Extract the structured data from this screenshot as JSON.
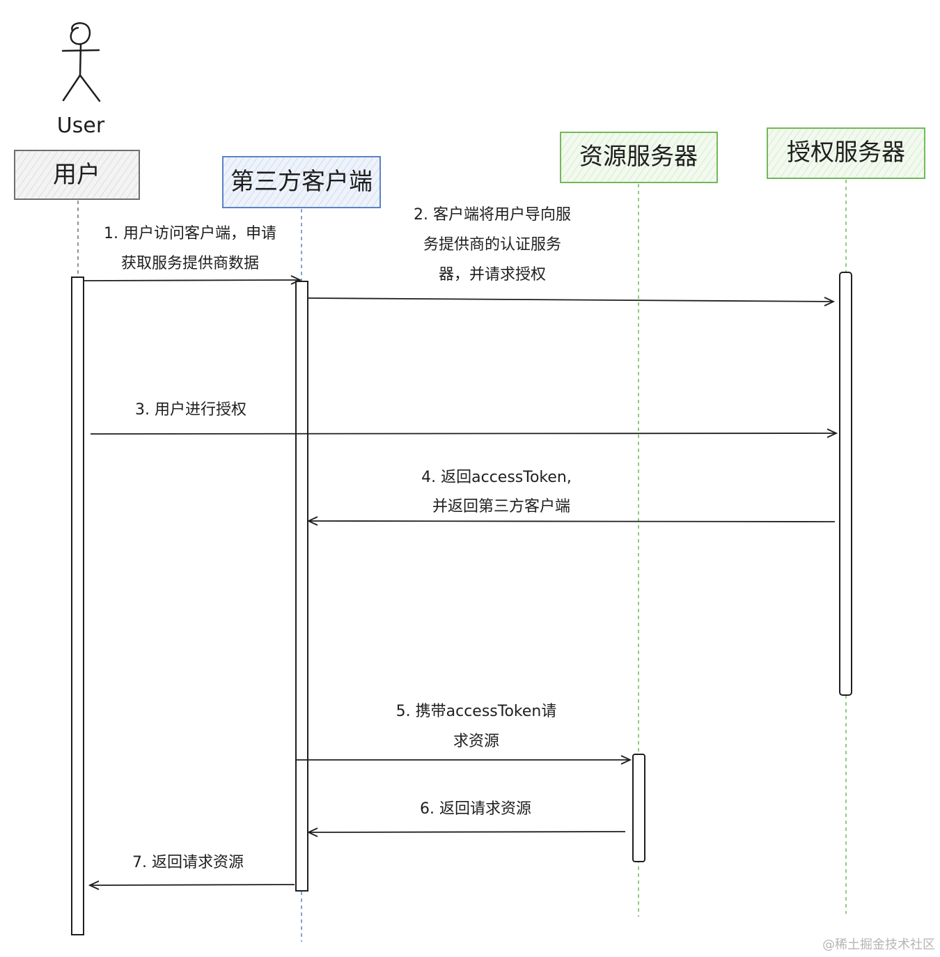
{
  "actor": {
    "label": "User"
  },
  "participants": [
    {
      "id": "user",
      "label": "用户",
      "border": "#6e6e6e",
      "fill": "#e9e9e9"
    },
    {
      "id": "client",
      "label": "第三方客户端",
      "border": "#5b82c4",
      "fill": "#dde6f5"
    },
    {
      "id": "resource",
      "label": "资源服务器",
      "border": "#72b85a",
      "fill": "#e6f4de"
    },
    {
      "id": "auth",
      "label": "授权服务器",
      "border": "#72b85a",
      "fill": "#e6f4de"
    }
  ],
  "messages": [
    {
      "id": "m1",
      "lines": [
        "1. 用户访问客户端，申请",
        "获取服务提供商数据"
      ]
    },
    {
      "id": "m2",
      "lines": [
        "2. 客户端将用户导向服",
        "务提供商的认证服务",
        "器，并请求授权"
      ]
    },
    {
      "id": "m3",
      "lines": [
        "3. 用户进行授权"
      ]
    },
    {
      "id": "m4",
      "lines": [
        "4. 返回accessToken,",
        "并返回第三方客户端"
      ]
    },
    {
      "id": "m5",
      "lines": [
        "5. 携带accessToken请",
        "求资源"
      ]
    },
    {
      "id": "m6",
      "lines": [
        "6. 返回请求资源"
      ]
    },
    {
      "id": "m7",
      "lines": [
        "7. 返回请求资源"
      ]
    }
  ],
  "watermark": "@稀土掘金技术社区"
}
